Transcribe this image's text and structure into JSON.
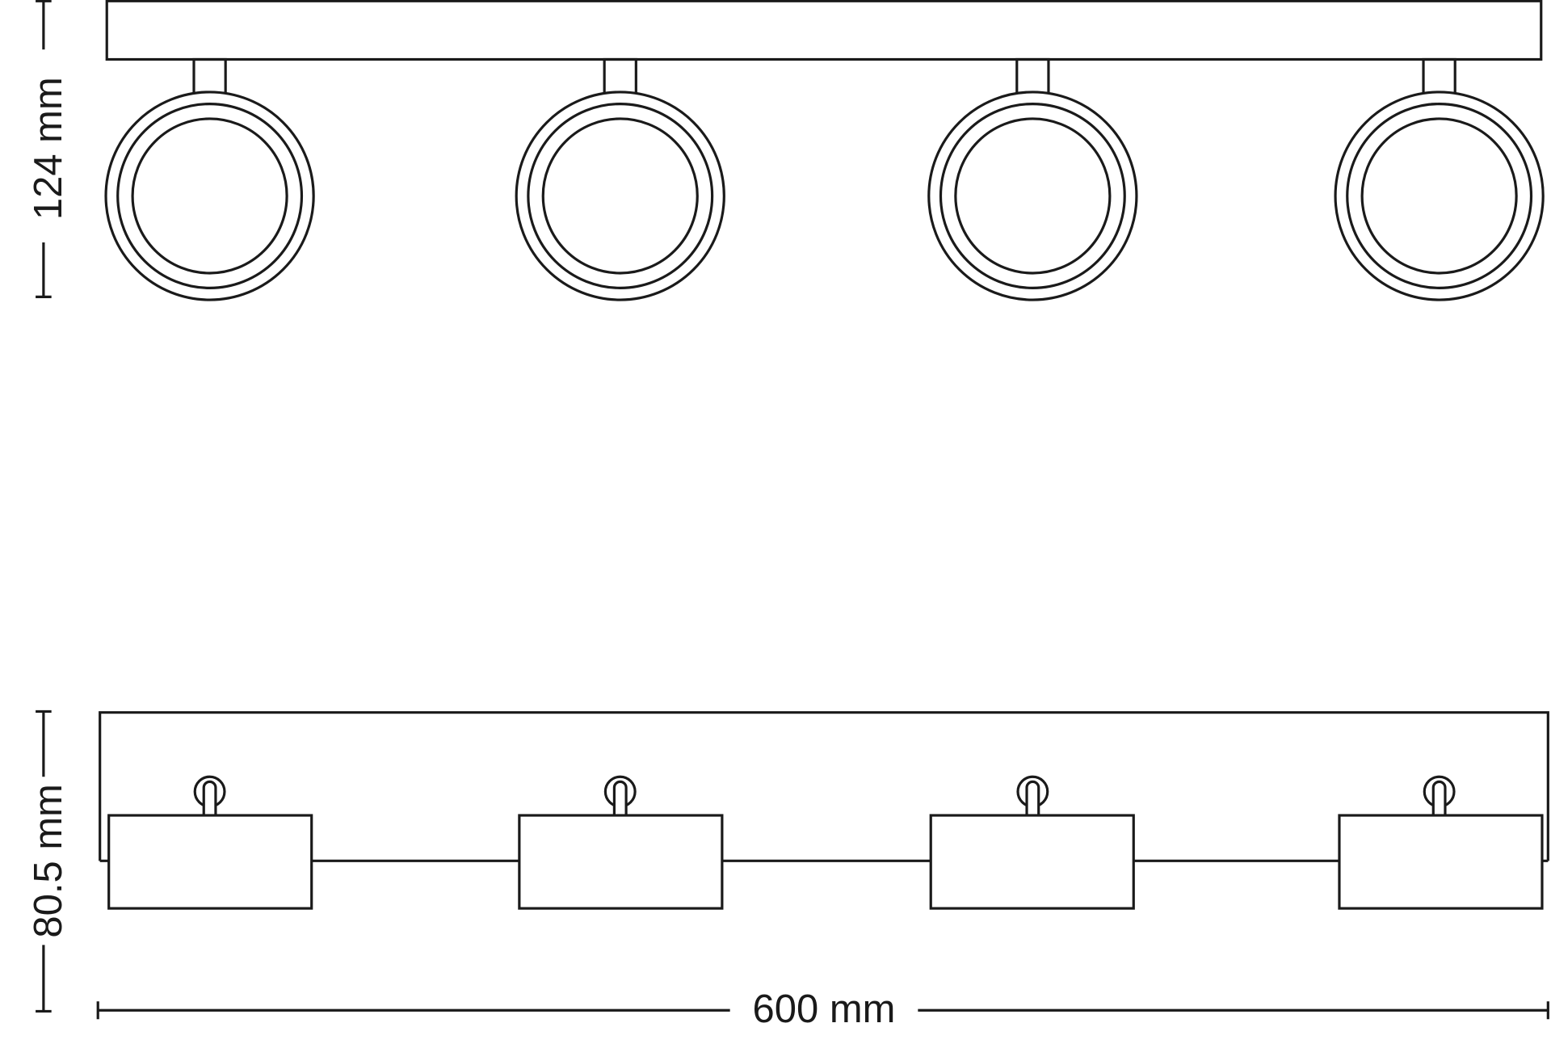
{
  "diagram": {
    "top_view": {
      "spot_count": 4,
      "height_label": "124 mm"
    },
    "side_view": {
      "spot_count": 4,
      "height_label": "80.5 mm",
      "width_label": "600 mm"
    },
    "colors": {
      "line": "#1a1a1a",
      "background": "#ffffff"
    }
  }
}
